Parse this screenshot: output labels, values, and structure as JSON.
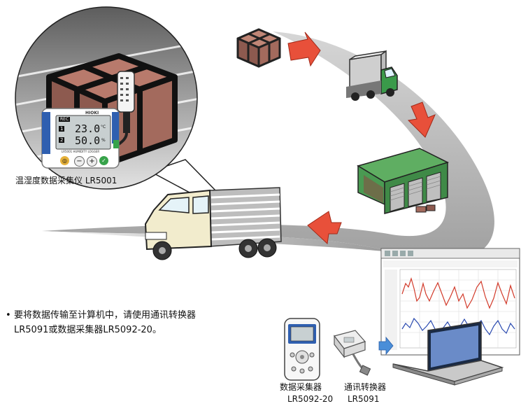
{
  "logger_caption": "温湿度数据采集仪 LR5001",
  "logger_display": {
    "brand": "HIOKI",
    "rec_badge": "REC",
    "channel_1": "1",
    "channel_2": "2",
    "temperature": "23.0",
    "temp_unit": "°C",
    "humidity": "50.0",
    "humidity_unit": "%",
    "model_strip": "LR5001 HUMIDITY LOGGER",
    "btn_left": "◎",
    "btn_minus": "−",
    "btn_plus": "+",
    "btn_right": "✓"
  },
  "bullet": {
    "line1": "要将数据传输至计算机中，请使用通讯转换器",
    "line2": "LR5091或数据采集器LR5092-20。"
  },
  "device1": {
    "name": "数据采集器",
    "model": "LR5092-20"
  },
  "device2": {
    "name": "通讯转换器",
    "model": "LR5091"
  },
  "colors": {
    "arrow": "#e8503a",
    "truck_green": "#3a9a4a",
    "warehouse_green": "#4a9a52",
    "box_brown": "#a0665a",
    "logger_blue": "#2f5fb0",
    "graph_red": "#d23a2a",
    "graph_blue": "#2a4ab0"
  }
}
